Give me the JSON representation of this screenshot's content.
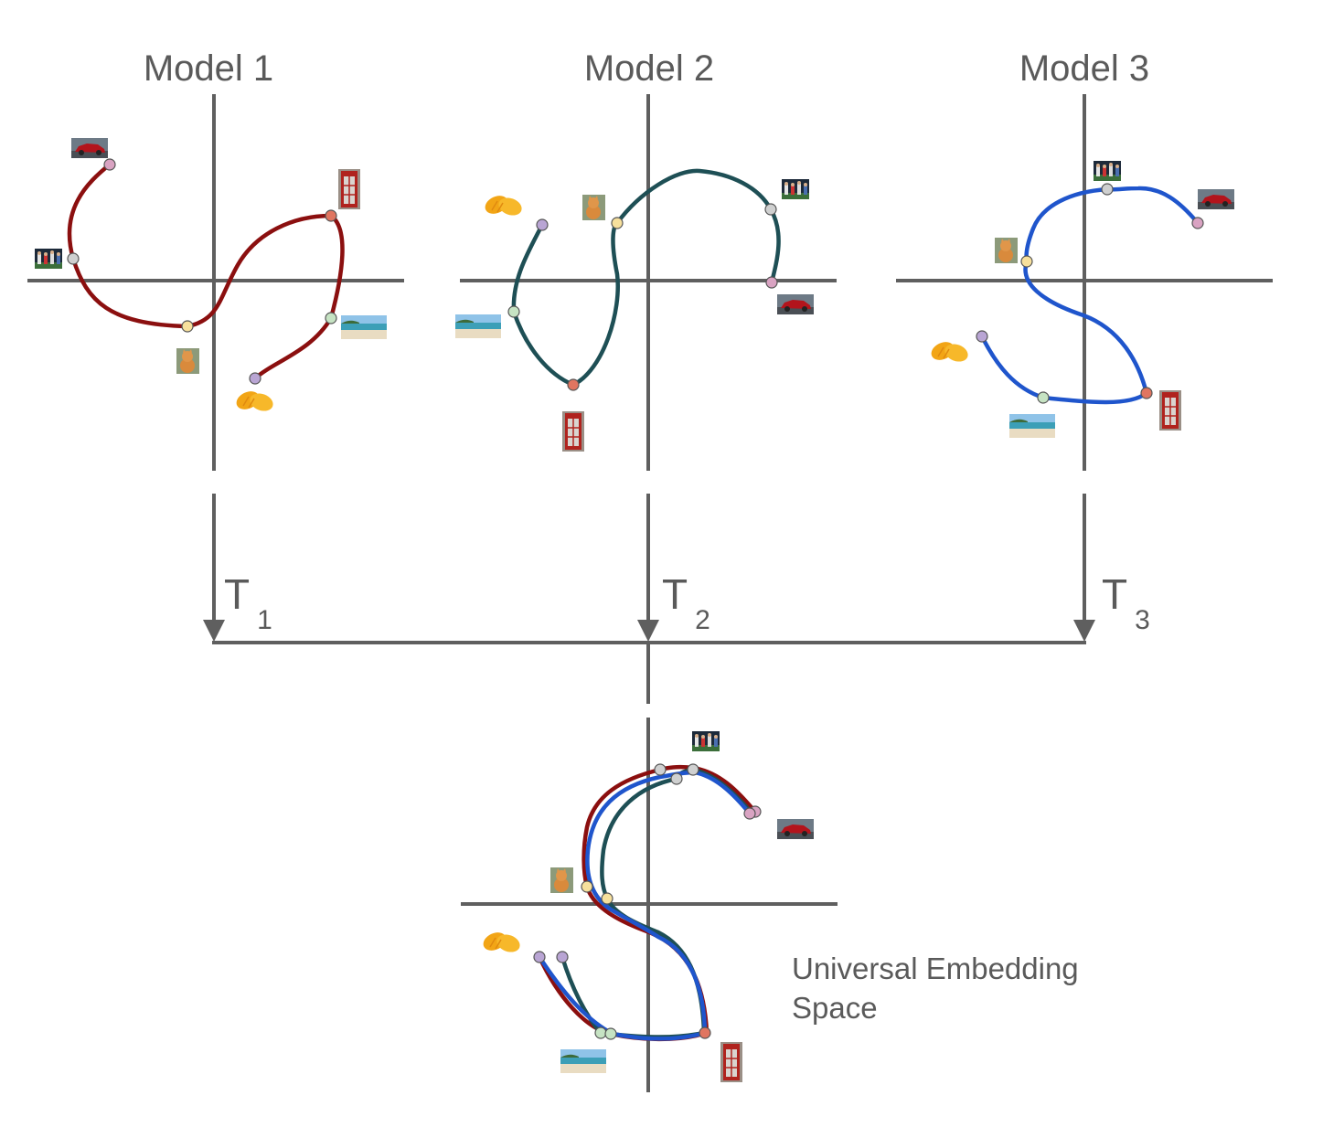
{
  "models": [
    {
      "title": "Model 1",
      "color": "#8b0f0f"
    },
    {
      "title": "Model 2",
      "color": "#1e4f55"
    },
    {
      "title": "Model 3",
      "color": "#1f55cc"
    }
  ],
  "transforms": [
    {
      "symbol": "T",
      "subscript": "1"
    },
    {
      "symbol": "T",
      "subscript": "2"
    },
    {
      "symbol": "T",
      "subscript": "3"
    }
  ],
  "universal_space": {
    "caption_line1": "Universal Embedding",
    "caption_line2": "Space"
  },
  "items": [
    {
      "name": "car",
      "dot_color": "#d9a3c2",
      "icon": "car-photo-icon"
    },
    {
      "name": "crowd",
      "dot_color": "#cfd0d0",
      "icon": "crowd-photo-icon"
    },
    {
      "name": "cat",
      "dot_color": "#f7e09c",
      "icon": "cat-photo-icon"
    },
    {
      "name": "phone-booth",
      "dot_color": "#e07560",
      "icon": "phone-booth-photo-icon"
    },
    {
      "name": "beach",
      "dot_color": "#c6e3c3",
      "icon": "beach-photo-icon"
    },
    {
      "name": "mango",
      "dot_color": "#b9a5d4",
      "icon": "mango-photo-icon"
    }
  ],
  "colors": {
    "axis": "#5f5f5f",
    "text": "#5a5a5a"
  }
}
